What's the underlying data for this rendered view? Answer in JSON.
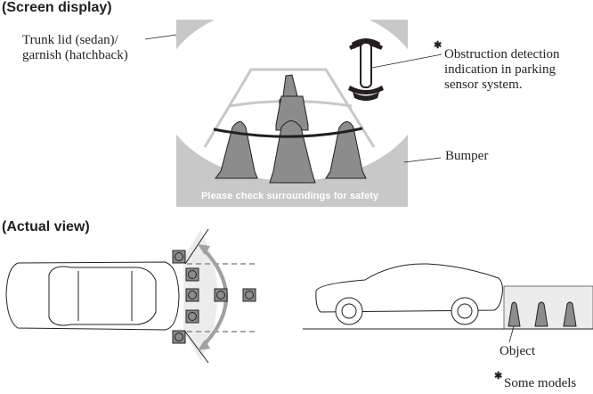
{
  "screen_display": {
    "heading": "(Screen display)",
    "labels": {
      "trunk_lid_line1": "Trunk lid (sedan)/",
      "trunk_lid_line2": "garnish (hatchback)",
      "obstruction_line1": "Obstruction detection",
      "obstruction_line2": "indication in parking",
      "obstruction_line3": "sensor system.",
      "obstruction_marker": "✱",
      "bumper": "Bumper"
    },
    "screen_message": "Please check surroundings for safety",
    "colors": {
      "screen_frame": "#c8c8c8",
      "guide_line": "#c8c8c8",
      "distance_line": "#231f20",
      "cone_fill": "#8c8c8c",
      "sensor_indicator": "#231f20"
    }
  },
  "actual_view": {
    "heading": "(Actual view)",
    "labels": {
      "object": "Object",
      "footnote_marker": "✱",
      "footnote": "Some models"
    },
    "colors": {
      "view_area": "#ececec",
      "arrow": "#a0a0a0",
      "cone_marker": "#8c8c8c",
      "cone_fill": "#8c8c8c"
    }
  }
}
